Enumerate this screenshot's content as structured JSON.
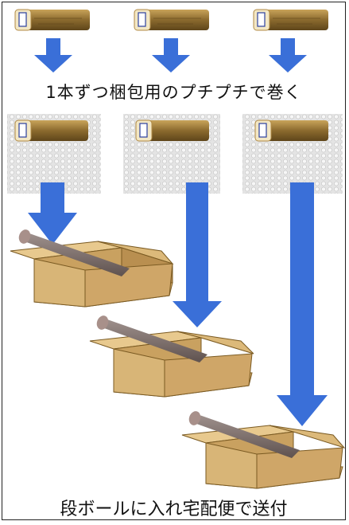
{
  "texts": {
    "wrap_instruction": "1本ずつ梱包用のプチプチで巻く",
    "ship_instruction": "段ボールに入れ宅配便で送付"
  },
  "colors": {
    "arrow": "#3a6fd8",
    "log_bark": "#8b6a2e",
    "log_bark_light": "#c9a45a",
    "log_end": "#f3e7c4",
    "box_side": "#d4ae6e",
    "box_top": "#e8c98e",
    "bubble_wrap": "#d9d9d9",
    "wrapped_log": "#7a6a66"
  },
  "icons": [
    "wood-log-icon",
    "down-arrow-icon",
    "bubble-wrap-icon",
    "cardboard-box-icon"
  ],
  "counts": {
    "logs": 3,
    "boxes": 3
  }
}
